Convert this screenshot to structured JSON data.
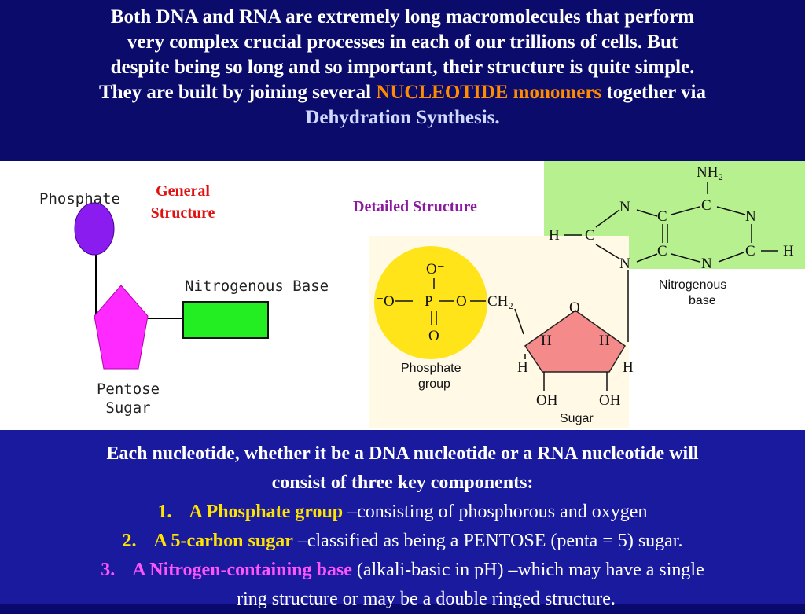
{
  "header": {
    "line1": "Both DNA and RNA are extremely long macromolecules that perform",
    "line2": "very complex crucial processes in each of our trillions of cells.  But",
    "line3": "despite being so long and so important, their structure is quite simple.",
    "line4_pre": "They are built by joining several ",
    "line4_hl": "NUCLEOTIDE monomers",
    "line4_post": " together via",
    "line5": "Dehydration Synthesis."
  },
  "general": {
    "title1": "General",
    "title2": "Structure",
    "phosphate": "Phosphate",
    "base": "Nitrogenous Base",
    "sugar1": "Pentose",
    "sugar2": "Sugar"
  },
  "detailed": {
    "title": "Detailed Structure",
    "nh2": "NH₂",
    "n": "N",
    "c": "C",
    "h": "H",
    "o": "O",
    "o_minus": "O⁻",
    "minus_o": "⁻O",
    "p": "P",
    "ch2": "CH₂",
    "oh": "OH",
    "base_label1": "Nitrogenous",
    "base_label2": "base",
    "phos_label1": "Phosphate",
    "phos_label2": "group",
    "sugar_label": "Sugar"
  },
  "bottom": {
    "intro1": "Each nucleotide, whether it be a DNA nucleotide or a RNA nucleotide will",
    "intro2": "consist of three key components:",
    "items": [
      {
        "num": "1.",
        "title": "A Phosphate group",
        "desc": " –consisting of phosphorous and oxygen"
      },
      {
        "num": "2.",
        "title": "A 5-carbon sugar",
        "desc": " –classified as being a PENTOSE (penta = 5) sugar."
      },
      {
        "num": "3.",
        "title": "A Nitrogen-containing base",
        "desc": " (alkali-basic in pH) –which may have a single"
      }
    ],
    "item3_line2": "ring structure or may be a double ringed structure."
  },
  "colors": {
    "highlight_orange": "#ff8c00",
    "highlight_yellow": "#ffe400",
    "highlight_magenta": "#ff55ff",
    "phosphate_purple": "#8a1cf0",
    "sugar_magenta": "#ff2aff",
    "base_green": "#22ee22"
  }
}
